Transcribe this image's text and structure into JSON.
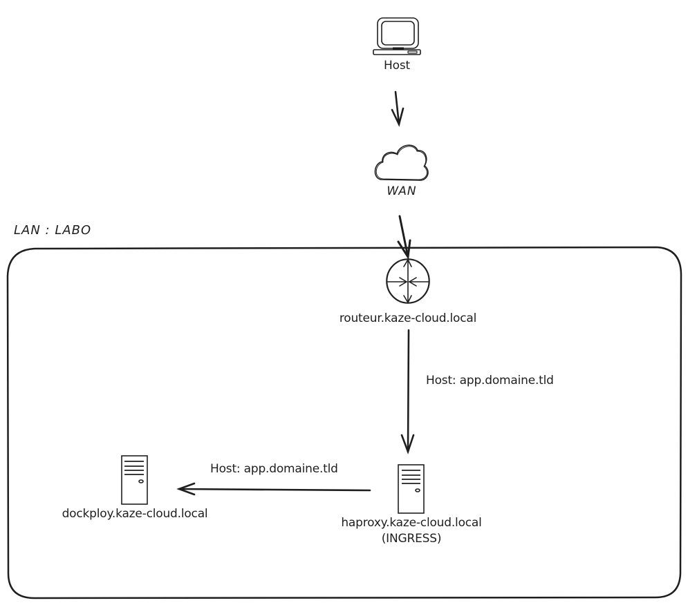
{
  "diagram": {
    "type": "network-topology",
    "stroke_color": "#1e1e1e",
    "background": "#ffffff",
    "group": {
      "label": "LAN : LABO"
    },
    "nodes": [
      {
        "id": "host",
        "label": "Host",
        "icon": "desktop-computer-icon"
      },
      {
        "id": "wan",
        "label": "WAN",
        "icon": "cloud-icon"
      },
      {
        "id": "router",
        "label": "routeur.kaze-cloud.local",
        "icon": "router-icon"
      },
      {
        "id": "haproxy",
        "label": "haproxy.kaze-cloud.local",
        "sublabel": "(INGRESS)",
        "icon": "server-icon"
      },
      {
        "id": "dockploy",
        "label": "dockploy.kaze-cloud.local",
        "icon": "server-icon"
      }
    ],
    "edges": [
      {
        "from": "host",
        "to": "wan",
        "label": ""
      },
      {
        "from": "wan",
        "to": "router",
        "label": ""
      },
      {
        "from": "router",
        "to": "haproxy",
        "label": "Host: app.domaine.tld"
      },
      {
        "from": "haproxy",
        "to": "dockploy",
        "label": "Host: app.domaine.tld"
      }
    ]
  }
}
